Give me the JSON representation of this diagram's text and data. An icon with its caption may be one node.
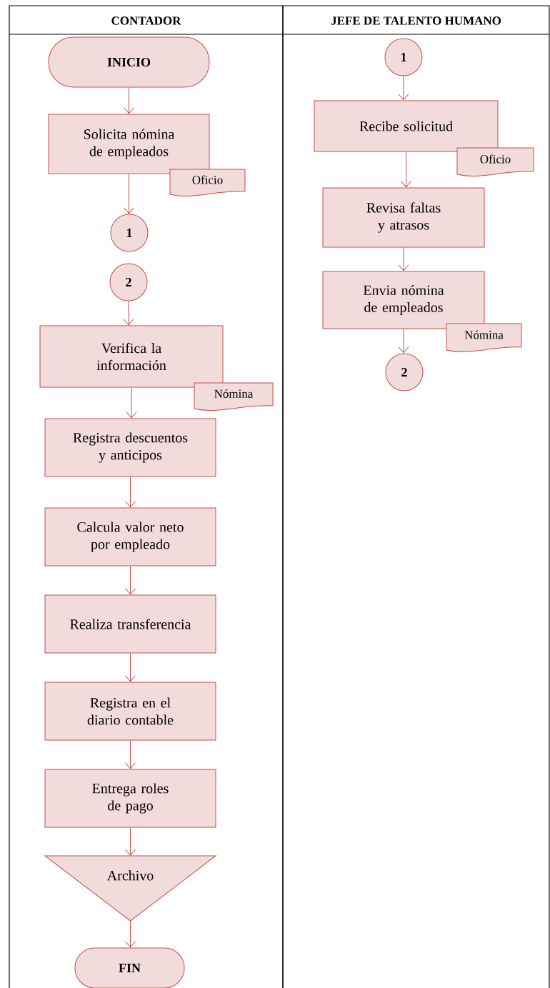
{
  "diagram": {
    "nodes": [
      {
        "text": [
          "CONTADOR"
        ]
      },
      {
        "text": [
          "JEFE DE TALENTO HUMANO"
        ]
      },
      {
        "text": [
          "INICIO"
        ],
        "in": 0
      },
      {
        "text": [
          "Solicita nómina de empleados"
        ],
        "in": 0
      },
      {
        "text": [
          "Oficio"
        ],
        "in": 0
      },
      {
        "text": [
          "1"
        ],
        "in": 0
      },
      {
        "text": [
          "2"
        ],
        "in": 0
      },
      {
        "text": [
          "Verifica la información"
        ],
        "in": 0
      },
      {
        "text": [
          "Nómina"
        ],
        "in": 0
      },
      {
        "text": [
          "Registra descuentos y anticipos"
        ],
        "in": 0
      },
      {
        "text": [
          "Calcula valor neto por empleado"
        ],
        "in": 0
      },
      {
        "text": [
          "Realiza transferencia"
        ],
        "in": 0
      },
      {
        "text": [
          "Registra en el diario contable"
        ],
        "in": 0
      },
      {
        "text": [
          "Entrega roles de pago"
        ],
        "in": 0
      },
      {
        "text": [
          "Archivo"
        ],
        "in": 0
      },
      {
        "text": [
          "FIN"
        ],
        "in": 0
      },
      {
        "text": [
          "1"
        ],
        "in": 1
      },
      {
        "text": [
          "Recibe solicitud"
        ],
        "in": 1
      },
      {
        "text": [
          "Oficio"
        ],
        "in": 1
      },
      {
        "text": [
          "Revisa faltas y atrasos"
        ],
        "in": 1
      },
      {
        "text": [
          "Envia nómina de empleados"
        ],
        "in": 1
      },
      {
        "text": [
          "Nómina"
        ],
        "in": 1
      },
      {
        "text": [
          "2"
        ],
        "in": 1
      }
    ],
    "edges": [
      {
        "from": 2,
        "to": 3,
        "arrow": "to"
      },
      {
        "from": 3,
        "to": 5,
        "arrow": "to"
      },
      {
        "from": 6,
        "to": 7,
        "arrow": "to"
      },
      {
        "from": 7,
        "to": 9,
        "arrow": "to"
      },
      {
        "from": 9,
        "to": 10,
        "arrow": "to"
      },
      {
        "from": 10,
        "to": 11,
        "arrow": "to"
      },
      {
        "from": 11,
        "to": 12,
        "arrow": "to"
      },
      {
        "from": 12,
        "to": 13,
        "arrow": "to"
      },
      {
        "from": 13,
        "to": 14,
        "arrow": "to"
      },
      {
        "from": 14,
        "to": 15,
        "arrow": "to"
      },
      {
        "from": 16,
        "to": 17,
        "arrow": "to"
      },
      {
        "from": 17,
        "to": 19,
        "arrow": "to"
      },
      {
        "from": 19,
        "to": 20,
        "arrow": "to"
      },
      {
        "from": 20,
        "to": 22,
        "arrow": "to"
      }
    ]
  }
}
